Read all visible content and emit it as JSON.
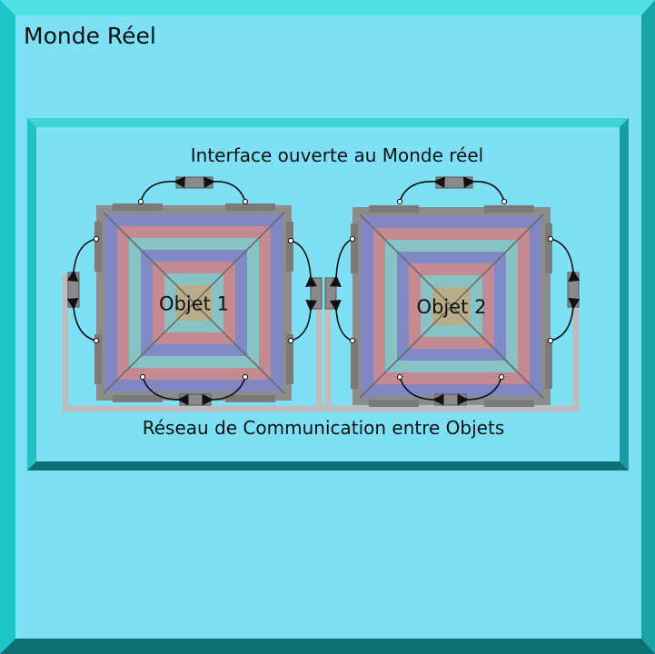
{
  "world": {
    "title": "Monde Réel"
  },
  "diagram": {
    "interface_label": "Interface ouverte au Monde réel",
    "network_label": "Réseau de Communication entre Objets",
    "objects": [
      {
        "label": "Objet 1"
      },
      {
        "label": "Objet 2"
      }
    ]
  },
  "colors": {
    "background": "#7ee0f5",
    "frame_light": "#4fdfe3",
    "frame_dark": "#0e6f73",
    "ring_blue": "#7f87c6",
    "ring_rose": "#c78a8f",
    "ring_teal": "#84c6c8",
    "center": "#b8ad88",
    "port_gray": "#8a8a8a",
    "network_line": "#bdbdbd"
  }
}
